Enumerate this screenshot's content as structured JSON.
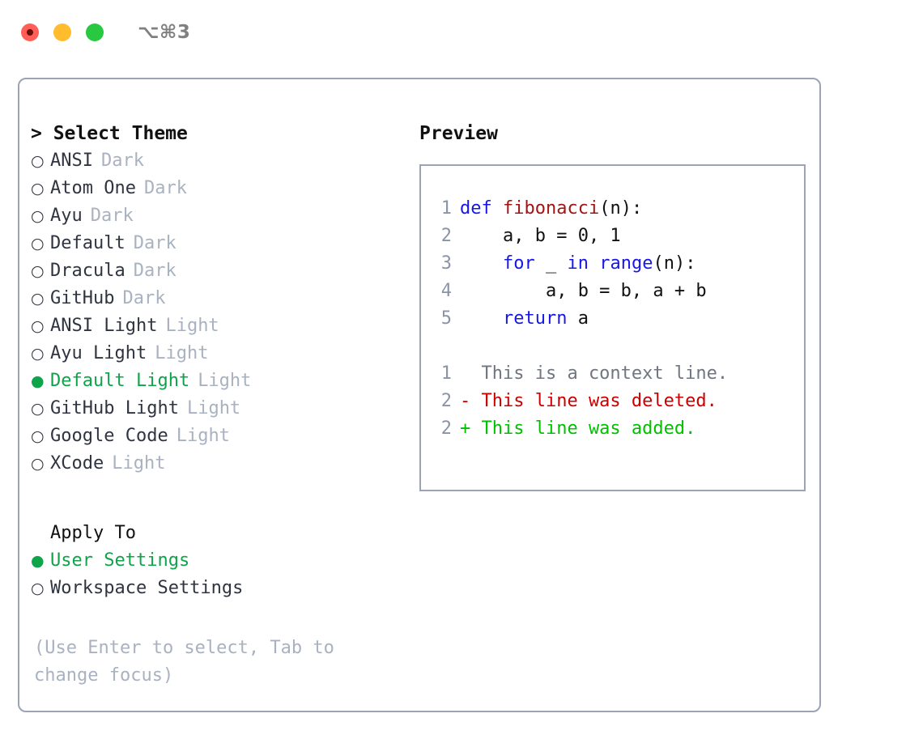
{
  "titlebar": {
    "shortcut": "⌥⌘3",
    "buttons": [
      {
        "name": "close",
        "color": "#FF5F57"
      },
      {
        "name": "minimize",
        "color": "#FFBD2E"
      },
      {
        "name": "maximize",
        "color": "#28C840"
      }
    ]
  },
  "theme_panel": {
    "heading": "> Select Theme",
    "caret": ">",
    "heading_text": "Select Theme",
    "marker_on": "●",
    "marker_off": "○",
    "items": [
      {
        "label": "ANSI",
        "kind": "Dark",
        "selected": false
      },
      {
        "label": "Atom One",
        "kind": "Dark",
        "selected": false
      },
      {
        "label": "Ayu",
        "kind": "Dark",
        "selected": false
      },
      {
        "label": "Default",
        "kind": "Dark",
        "selected": false
      },
      {
        "label": "Dracula",
        "kind": "Dark",
        "selected": false
      },
      {
        "label": "GitHub",
        "kind": "Dark",
        "selected": false
      },
      {
        "label": "ANSI Light",
        "kind": "Light",
        "selected": false
      },
      {
        "label": "Ayu Light",
        "kind": "Light",
        "selected": false
      },
      {
        "label": "Default Light",
        "kind": "Light",
        "selected": true
      },
      {
        "label": "GitHub Light",
        "kind": "Light",
        "selected": false
      },
      {
        "label": "Google Code",
        "kind": "Light",
        "selected": false
      },
      {
        "label": "XCode",
        "kind": "Light",
        "selected": false
      }
    ]
  },
  "apply_to": {
    "heading": "Apply To",
    "items": [
      {
        "label": "User Settings",
        "selected": true
      },
      {
        "label": "Workspace Settings",
        "selected": false
      }
    ]
  },
  "hint": "(Use Enter to select, Tab to\nchange focus)",
  "preview": {
    "title": "Preview",
    "code_lines": [
      {
        "no": "1",
        "tokens": [
          {
            "t": "def ",
            "c": "kw"
          },
          {
            "t": "fibonacci",
            "c": "fn"
          },
          {
            "t": "(n):",
            "c": "pl"
          }
        ]
      },
      {
        "no": "2",
        "tokens": [
          {
            "t": "    a, b = 0, 1",
            "c": "pl"
          }
        ]
      },
      {
        "no": "3",
        "tokens": [
          {
            "t": "    ",
            "c": "pl"
          },
          {
            "t": "for",
            "c": "kw"
          },
          {
            "t": " _ ",
            "c": "pl"
          },
          {
            "t": "in",
            "c": "kw"
          },
          {
            "t": " ",
            "c": "pl"
          },
          {
            "t": "range",
            "c": "kw"
          },
          {
            "t": "(n):",
            "c": "pl"
          }
        ]
      },
      {
        "no": "4",
        "tokens": [
          {
            "t": "        a, b = b, a + b",
            "c": "pl"
          }
        ]
      },
      {
        "no": "5",
        "tokens": [
          {
            "t": "    ",
            "c": "pl"
          },
          {
            "t": "return",
            "c": "kw"
          },
          {
            "t": " a",
            "c": "pl"
          }
        ]
      }
    ],
    "diff_lines": [
      {
        "no": "1",
        "marker": " ",
        "text": "  This is a context line.",
        "kind": "ctx"
      },
      {
        "no": "2",
        "marker": "-",
        "text": "- This line was deleted.",
        "kind": "del"
      },
      {
        "no": "2",
        "marker": "+",
        "text": "+ This line was added.",
        "kind": "add"
      }
    ]
  },
  "colors": {
    "border": "#9BA3B4",
    "accent_green": "#0FA44A",
    "muted": "#A9B2C0",
    "keyword_blue": "#1717E8",
    "function_red": "#A31515",
    "diff_add": "#00C000",
    "diff_del": "#CC0000",
    "lineno": "#8A94A6"
  }
}
